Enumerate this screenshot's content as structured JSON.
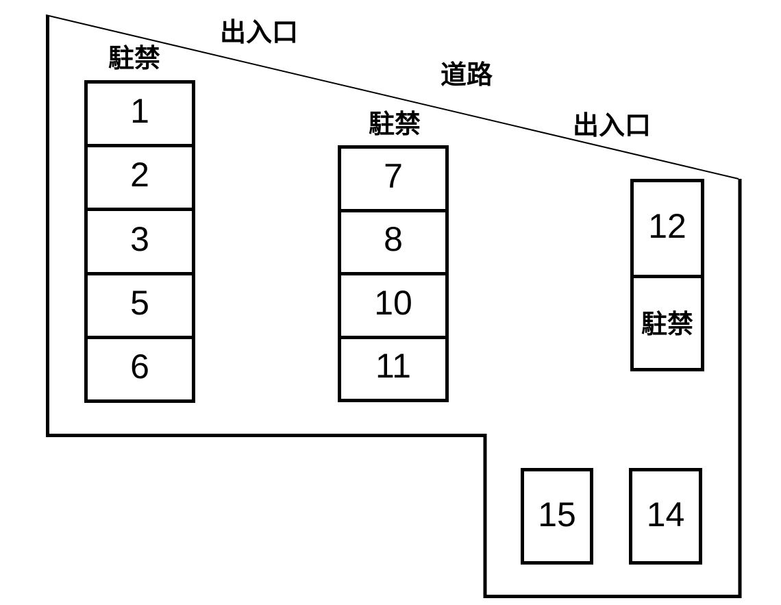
{
  "lot": {
    "background_color": "#ffffff",
    "line_color": "#000000",
    "labels": {
      "entrance_top": "出入口",
      "road": "道路",
      "entrance_right": "出入口",
      "no_parking_left_header": "駐禁",
      "no_parking_middle_header": "駐禁"
    },
    "columns": {
      "left": {
        "spots": [
          "1",
          "2",
          "3",
          "5",
          "6"
        ]
      },
      "middle": {
        "spots": [
          "7",
          "8",
          "10",
          "11"
        ]
      },
      "right": {
        "spots": [
          "12",
          "駐禁"
        ]
      },
      "bottom": {
        "spots": [
          "15",
          "14"
        ]
      }
    }
  }
}
